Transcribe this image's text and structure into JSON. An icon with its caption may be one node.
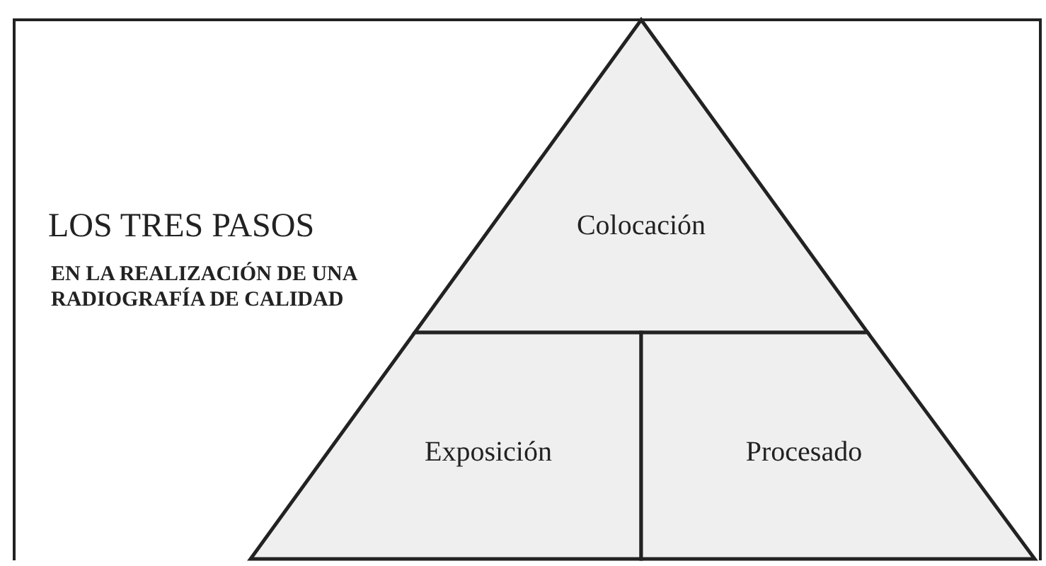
{
  "diagram": {
    "title": "LOS TRES PASOS",
    "nodes": [
      {
        "text": [
          "Colocación"
        ]
      },
      {
        "text": [
          "Exposición"
        ]
      },
      {
        "text": [
          "Procesado"
        ]
      }
    ],
    "labels": [
      "EN LA REALIZACIÓN DE UNA RADIOGRAFÍA DE CALIDAD"
    ]
  }
}
